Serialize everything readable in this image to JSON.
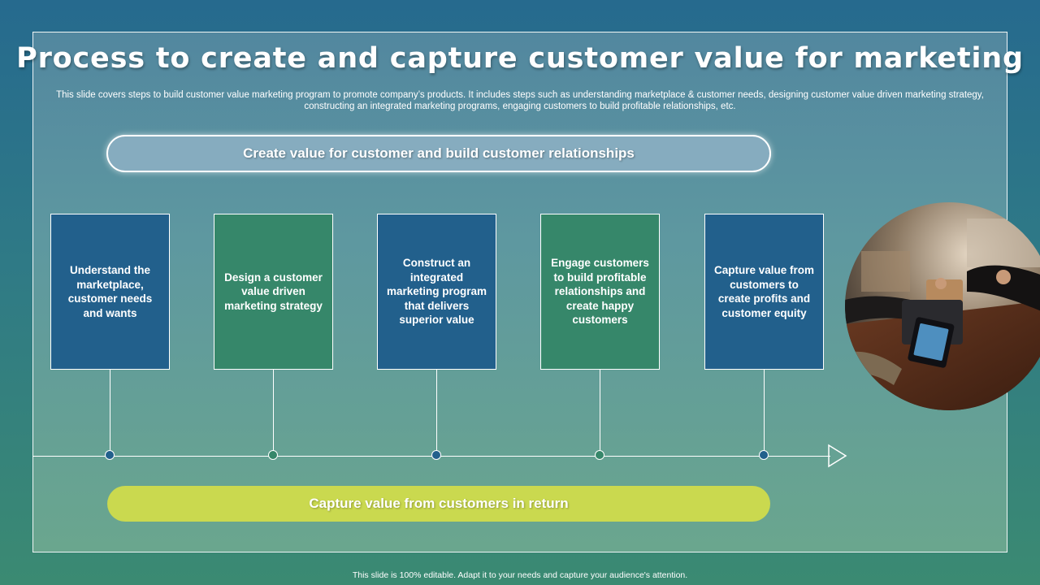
{
  "slide": {
    "title": "Process to create and capture customer value for marketing",
    "subtitle": "This slide covers steps to build customer value marketing program to promote company’s products. It includes steps such as understanding marketplace & customer needs, designing customer value driven marketing strategy, constructing an integrated marketing programs, engaging customers to build profitable relationships, etc.",
    "top_banner": "Create value for customer and build customer relationships",
    "steps": [
      {
        "text": "Understand the marketplace, customer needs and wants",
        "color": "#22608c"
      },
      {
        "text": "Design a customer value driven marketing strategy",
        "color": "#36876a"
      },
      {
        "text": "Construct an integrated marketing program that delivers superior value",
        "color": "#22608c"
      },
      {
        "text": "Engage customers to build profitable relationships and create happy customers",
        "color": "#36876a"
      },
      {
        "text": "Capture value from customers to create profits and customer equity",
        "color": "#22608c"
      }
    ],
    "bottom_banner": "Capture value from customers in return",
    "footer": "This slide is 100% editable. Adapt it to your needs and capture your audience's attention.",
    "colors": {
      "blue": "#22608c",
      "green": "#36876a",
      "accent": "#cad94f"
    }
  }
}
